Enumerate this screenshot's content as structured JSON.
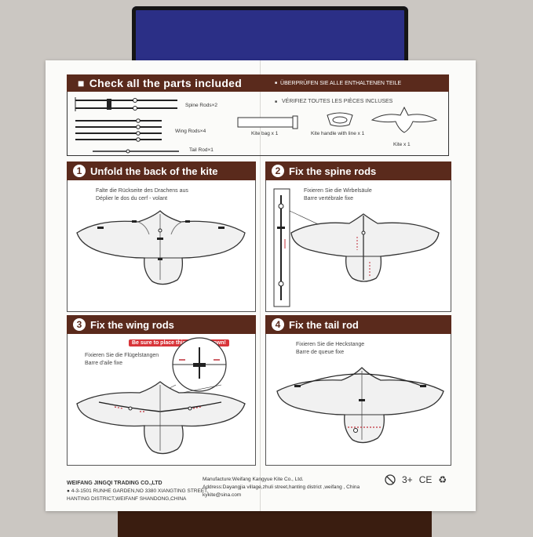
{
  "parts": {
    "title": "Check all the parts included",
    "title_de": "ÜBERPRÜFEN SIE ALLE ENTHALTENEN TEILE",
    "title_fr": "VÉRIFIEZ TOUTES LES PIÈCES INCLUSES",
    "spine_rods": "Spine Rods×2",
    "wing_rods": "Wing Rods×4",
    "tail_rod": "Tail Rod×1",
    "kite_bag": "Kite bag x 1",
    "kite_handle": "Kite handle with line x 1",
    "kite": "Kite x 1"
  },
  "steps": [
    {
      "num": "1",
      "title": "Unfold the back of the kite",
      "de": "Falte die Rückseite des Drachens aus",
      "fr": "Déplier le dos du cerf - volant"
    },
    {
      "num": "2",
      "title": "Fix the spine rods",
      "de": "Fixieren Sie die Wirbelsäule",
      "fr": "Barre vertébrale fixe"
    },
    {
      "num": "3",
      "title": "Fix the wing rods",
      "de": "Fixieren Sie die Flügelstangen",
      "fr": "Barre d'aile fixe",
      "warning": "Be sure to place this part as shown!"
    },
    {
      "num": "4",
      "title": "Fix the tail rod",
      "de": "Fixieren Sie die Heckstange",
      "fr": "Barre de queue fixe"
    }
  ],
  "footer": {
    "company": "WEIFANG JINGQI TRADING CO.,LTD",
    "company_addr1": "4-3-1501 RUNHE GARDEN,NO 3380 XIANGTING STREET,",
    "company_addr2": "HANTING DISTRICT,WEIFANF SHANDONG,CHINA",
    "manufacturer": "Manufacture:Weifang Kangyue Kite Co., Ltd.",
    "address": "Address:Dayangjia village,zhuli street,hanting district ,weifang , China",
    "email": "kykite@sina.com",
    "age": "3+",
    "ce": "CE"
  },
  "colors": {
    "header": "#5a2a1c",
    "bag": "#2b2f86",
    "warning": "#d8353a",
    "accent_red": "#c0303a"
  }
}
